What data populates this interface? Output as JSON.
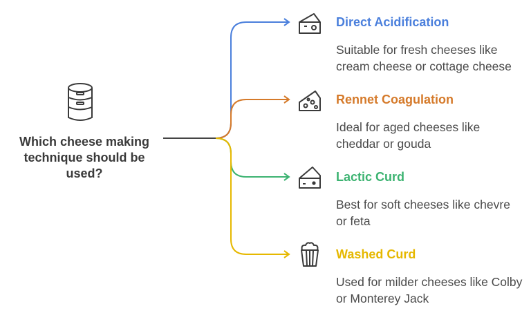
{
  "question": "Which cheese making technique should be used?",
  "root_icon": "database-icon",
  "options": [
    {
      "title": "Direct Acidification",
      "description": "Suitable for fresh cheeses like cream cheese or cottage cheese",
      "icon": "cheese-block-icon",
      "color": "#4a7fdc"
    },
    {
      "title": "Rennet Coagulation",
      "description": "Ideal for aged cheeses like cheddar or gouda",
      "icon": "cheese-wedge-holes-icon",
      "color": "#d57a2a"
    },
    {
      "title": "Lactic Curd",
      "description": "Best for soft cheeses like chevre or feta",
      "icon": "cheese-wedge-icon",
      "color": "#3cb371"
    },
    {
      "title": "Washed Curd",
      "description": "Used for milder cheeses like Colby or Monterey Jack",
      "icon": "popcorn-icon",
      "color": "#e6b800"
    }
  ]
}
